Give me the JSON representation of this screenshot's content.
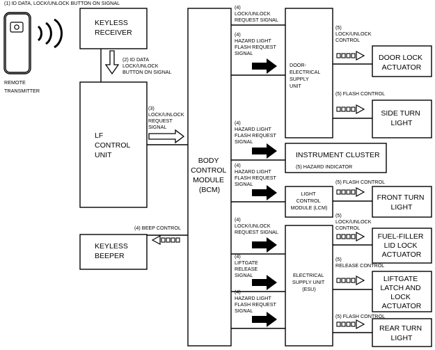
{
  "header": {
    "top_label": "(1) ID DATA, LOCK/UNLOCK BUTTON ON SIGNAL"
  },
  "remote": {
    "label": [
      "REMOTE",
      "TRANSMITTER"
    ],
    "icon": "remote-key-fob-icon"
  },
  "boxes": {
    "keyless_receiver": [
      "KEYLESS",
      "RECEIVER"
    ],
    "lf_control_unit": [
      "LF",
      "CONTROL",
      "UNIT"
    ],
    "keyless_beeper": [
      "KEYLESS",
      "BEEPER"
    ],
    "bcm": [
      "BODY",
      "CONTROL",
      "MODULE",
      "(BCM)"
    ],
    "door_esu": [
      "DOOR-",
      "ELECTRICAL",
      "SUPPLY",
      "UNIT"
    ],
    "instrument_cluster": [
      "INSTRUMENT CLUSTER"
    ],
    "lcm": [
      "LIGHT",
      "CONTROL",
      "MODULE (LCM)"
    ],
    "esu": [
      "ELECTRICAL",
      "SUPPLY UNIT",
      "(ESU)"
    ],
    "door_lock_actuator": [
      "DOOR LOCK",
      "ACTUATOR"
    ],
    "side_turn_light": [
      "SIDE TURN",
      "LIGHT"
    ],
    "front_turn_light": [
      "FRONT TURN",
      "LIGHT"
    ],
    "fuel_filler": [
      "FUEL-FILLER",
      "LID LOCK",
      "ACTUATOR"
    ],
    "liftgate_latch": [
      "LIFTGATE",
      "LATCH AND",
      "LOCK",
      "ACTUATOR"
    ],
    "rear_turn_light": [
      "REAR TURN",
      "LIGHT"
    ]
  },
  "signals": {
    "s2_id_data": [
      "(2) ID DATA",
      "LOCK/UNLOCK",
      "BUTTON ON SIGNAL"
    ],
    "s3_lf_request": [
      "(3)",
      "LOCK/UNLOCK",
      "REQUEST",
      "SIGNAL"
    ],
    "s4_beep_control": [
      "(4) BEEP CONTROL"
    ],
    "s4_door_lock_request": [
      "(4)",
      "LOCK/UNLOCK",
      "REQUEST SIGNAL"
    ],
    "s4_door_hazard": [
      "(4)",
      "HAZARD LIGHT",
      "FLASH REQUEST",
      "SIGNAL"
    ],
    "s4_cluster_hazard": [
      "(4)",
      "HAZARD LIGHT",
      "FLASH REQUEST",
      "SIGNAL"
    ],
    "s4_lcm_hazard": [
      "(4)",
      "HAZARD LIGHT",
      "FLASH REQUEST",
      "SIGNAL"
    ],
    "s4_esu_lock_request": [
      "(4)",
      "LOCK/UNLOCK",
      "REQUEST SIGNAL"
    ],
    "s4_esu_liftgate": [
      "(4)",
      "LIFTGATE",
      "RELEASE",
      "SIGNAL"
    ],
    "s4_esu_hazard": [
      "(4)",
      "HAZARD LIGHT",
      "FLASH REQUEST",
      "SIGNAL"
    ],
    "s5_door_lock_control": [
      "(5)",
      "LOCK/UNLOCK",
      "CONTROL"
    ],
    "s5_side_flash": [
      "(5) FLASH CONTROL"
    ],
    "s5_hazard_indicator": [
      "(5) HAZARD INDICATOR"
    ],
    "s5_front_flash": [
      "(5) FLASH CONTROL"
    ],
    "s5_fuel_lock_control": [
      "(5)",
      "LOCK/UNLOCK",
      "CONTROL"
    ],
    "s5_release_control": [
      "(5)",
      "RELEASE CONTROL"
    ],
    "s5_rear_flash": [
      "(5) FLASH CONTROL"
    ]
  }
}
